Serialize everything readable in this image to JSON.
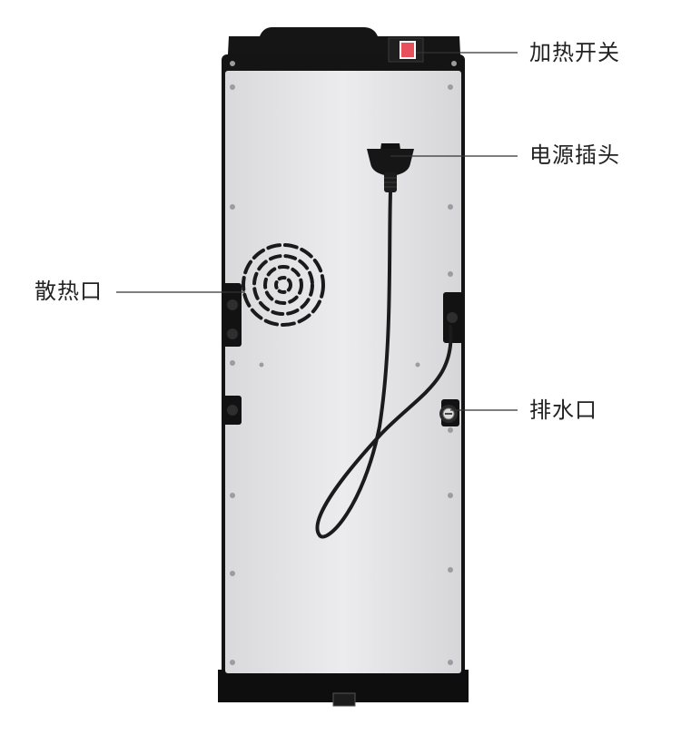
{
  "labels": {
    "heating_switch": "加热开关",
    "power_plug": "电源插头",
    "heat_vent": "散热口",
    "drain_outlet": "排水口"
  },
  "colors": {
    "frame": "#141414",
    "back_panel": "#e7e7e9",
    "switch_red": "#e8505b",
    "leader_line": "#333333",
    "cord": "#1b1b1b"
  }
}
